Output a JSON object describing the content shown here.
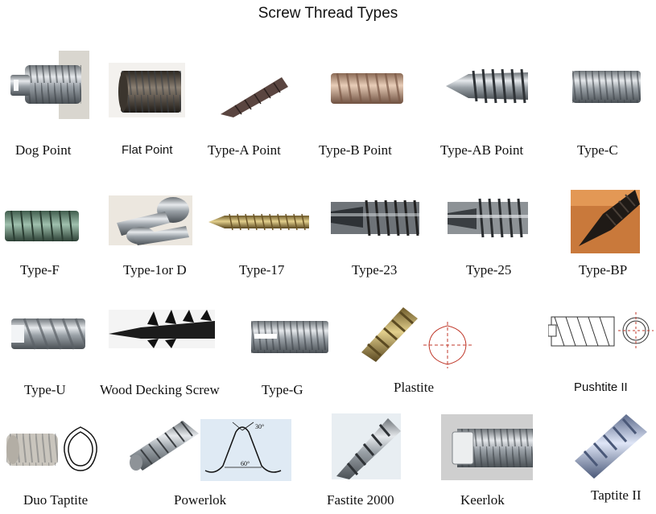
{
  "title": "Screw Thread Types",
  "labels": {
    "dog_point": "Dog Point",
    "flat_point": "Flat Point",
    "type_a_point": "Type-A Point",
    "type_b_point": "Type-B Point",
    "type_ab_point": "Type-AB Point",
    "type_c": "Type-C",
    "type_f": "Type-F",
    "type_1_or_d": "Type-1or D",
    "type_17": "Type-17",
    "type_23": "Type-23",
    "type_25": "Type-25",
    "type_bp": "Type-BP",
    "type_u": "Type-U",
    "wood_decking_screw": "Wood Decking Screw",
    "type_g": "Type-G",
    "plastite": "Plastite",
    "pushtite_ii": "Pushtite II",
    "duo_taptite": "Duo Taptite",
    "powerlok": "Powerlok",
    "fastite_2000": "Fastite 2000",
    "keerlok": "Keerlok",
    "taptite_ii": "Taptite II"
  },
  "diagram_text": {
    "angle_30": "30°",
    "angle_60": "60°"
  }
}
